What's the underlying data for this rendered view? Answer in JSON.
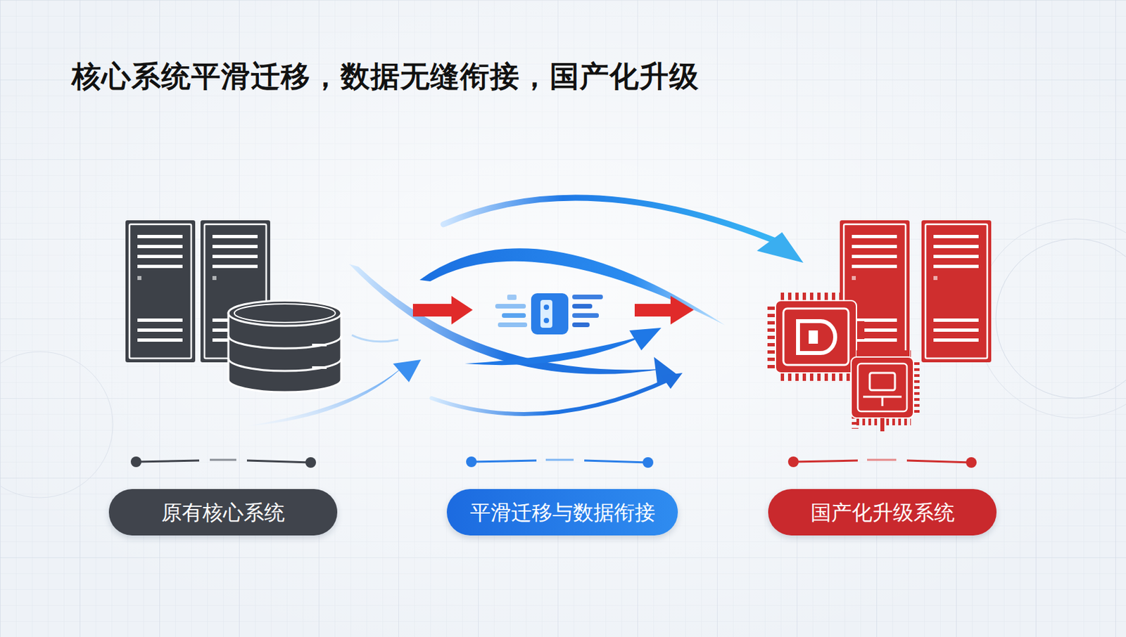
{
  "diagram": {
    "title": "核心系统平滑迁移，数据无缝衔接，国产化升级",
    "nodes": [
      {
        "text": [
          "原有核心系统"
        ]
      },
      {
        "text": [
          "平滑迁移与数据衔接"
        ]
      },
      {
        "text": [
          "国产化升级系统"
        ]
      }
    ]
  }
}
